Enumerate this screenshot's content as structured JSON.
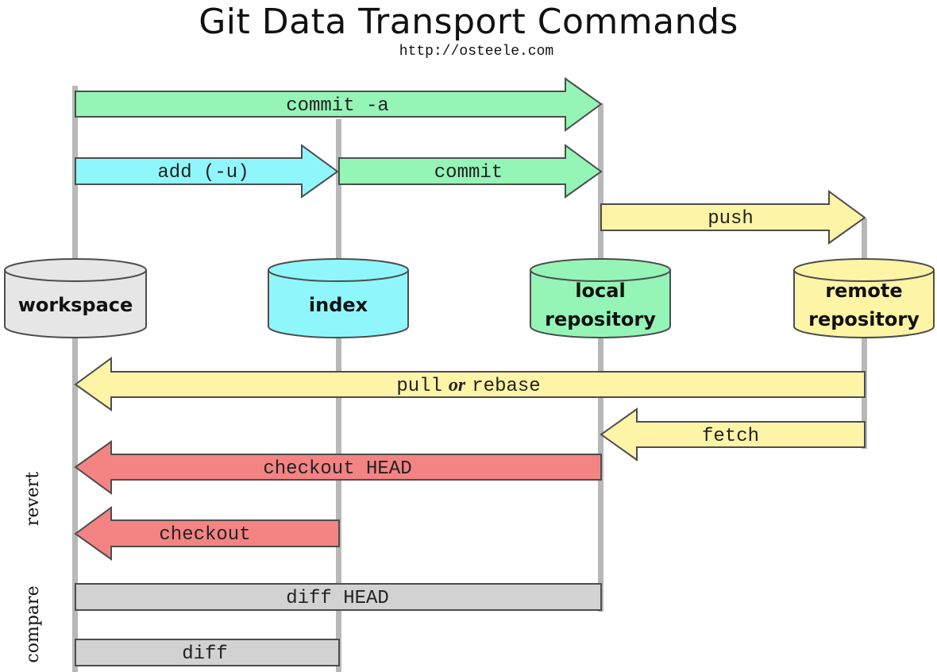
{
  "header": {
    "title": "Git Data Transport Commands",
    "subtitle": "http://osteele.com"
  },
  "stores": {
    "workspace": {
      "line1": "workspace",
      "line2": ""
    },
    "index": {
      "line1": "index",
      "line2": ""
    },
    "local": {
      "line1": "local",
      "line2": "repository"
    },
    "remote": {
      "line1": "remote",
      "line2": "repository"
    }
  },
  "commands": {
    "commit_a": "commit -a",
    "add": "add (-u)",
    "commit": "commit",
    "push": "push",
    "pull": "pull",
    "or": "or",
    "rebase": "rebase",
    "fetch": "fetch",
    "checkout_head": "checkout HEAD",
    "checkout": "checkout",
    "diff_head": "diff HEAD",
    "diff": "diff"
  },
  "side_labels": {
    "revert": "revert",
    "compare": "compare"
  },
  "colors": {
    "green": "#94f5b6",
    "cyan": "#8ff7fb",
    "yellow": "#fdf4a6",
    "red": "#f48383",
    "gray": "#d2d2d2",
    "light_gray": "#e6e6e6",
    "lifeline": "#b8b8b8",
    "outline": "#4d4d4d"
  }
}
